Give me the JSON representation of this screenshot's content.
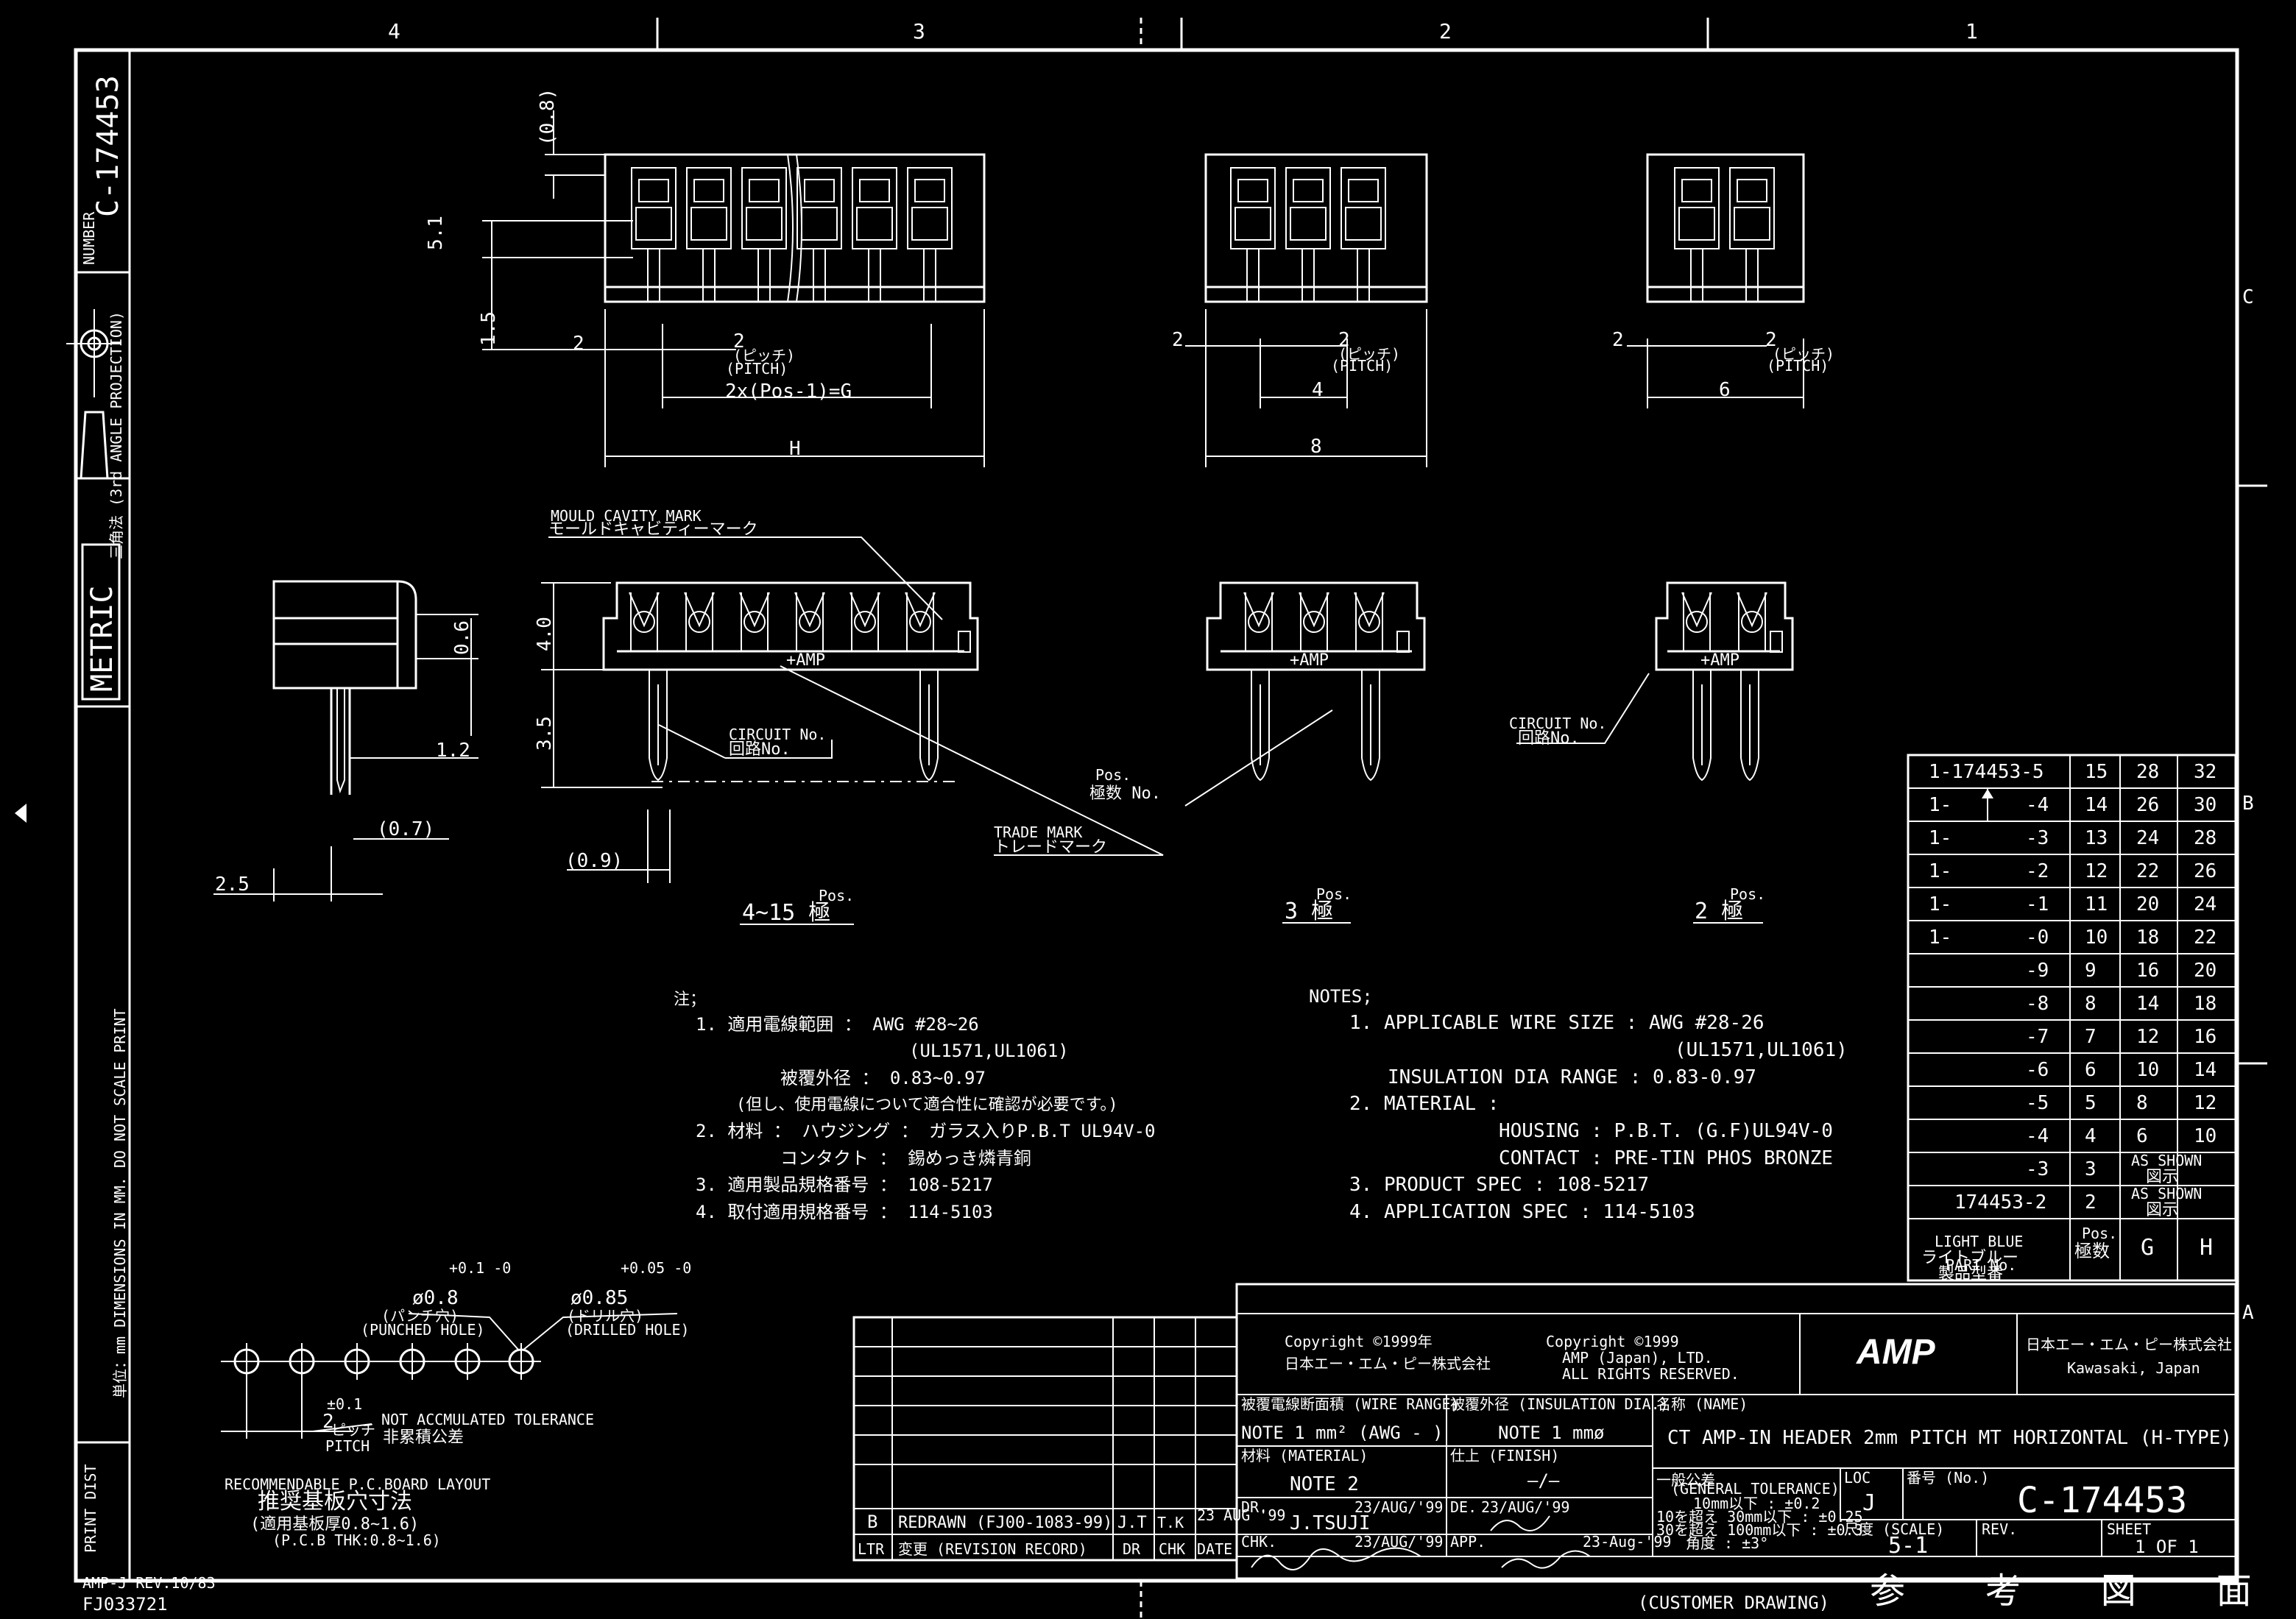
{
  "zones": {
    "top": [
      "4",
      "3",
      "2",
      "1"
    ],
    "right": [
      "C",
      "B",
      "A"
    ]
  },
  "left_strip": {
    "number_label": "NUMBER",
    "number": "C-174453",
    "projection": "三角法 (3rd ANGLE PROJECTION)",
    "metric": "METRIC",
    "scale_note": "単位：mm DIMENSIONS IN MM. DO NOT SCALE PRINT",
    "print_dist": "PRINT DIST"
  },
  "footer": {
    "form": "AMP-J\nREV.10/83",
    "form_no": "FJ033721"
  },
  "dims": {
    "d08": "(0.8)",
    "d51": "5.1",
    "d15": "1.5",
    "d2": "2",
    "pitch_jp": "(ピッチ)",
    "pitch": "(PITCH)",
    "formula": "2x(Pos-1)=G",
    "H": "H",
    "d4": "4",
    "d8": "8",
    "d6": "6",
    "d06": "0.6",
    "d40": "4.0",
    "d35": "3.5",
    "d12": "1.2",
    "d07": "(0.7)",
    "d25": "2.5",
    "d09": "(0.9)"
  },
  "labels": {
    "mould_en": "MOULD CAVITY MARK",
    "mould_jp": "モールドキャビティーマーク",
    "circuit_en": "CIRCUIT No.",
    "circuit_jp": "回路No.",
    "pos_en": "Pos.",
    "pos_jp": "極数 No.",
    "trade_en": "TRADE MARK",
    "trade_jp": "トレードマーク",
    "amp_mark": "+AMP",
    "view_415": "4~15 極",
    "view_3": "3 極",
    "view_2": "2 極",
    "pos_small": "Pos."
  },
  "notes_jp": {
    "title": "注；",
    "lines": [
      "1. 適用電線範囲 ： AWG #28~26",
      "(UL1571,UL1061)",
      "被覆外径 ： 0.83~0.97",
      "(但し、使用電線について適合性に確認が必要です。)",
      "2. 材料 ： ハウジング ： ガラス入りP.B.T UL94V-0",
      "コンタクト ： 錫めっき燐青銅",
      "3. 適用製品規格番号 ： 108-5217",
      "4. 取付適用規格番号 ： 114-5103"
    ]
  },
  "notes_en": {
    "title": "NOTES;",
    "lines": [
      "1. APPLICABLE WIRE SIZE : AWG #28-26",
      "(UL1571,UL1061)",
      "INSULATION DIA RANGE : 0.83-0.97",
      "2. MATERIAL :",
      "HOUSING : P.B.T. (G.F)UL94V-0",
      "CONTACT : PRE-TIN PHOS BRONZE",
      "3. PRODUCT SPEC : 108-5217",
      "4. APPLICATION SPEC : 114-5103"
    ]
  },
  "pcb": {
    "tol1": "+0.1\n-0",
    "d1": "ø0.8",
    "d1_jp": "(パンチ穴)",
    "d1_en": "(PUNCHED HOLE)",
    "tol2": "+0.05\n-0",
    "d2": "ø0.85",
    "d2_jp": "(ドリル穴)",
    "d2_en": "(DRILLED HOLE)",
    "pitch_tol": "±0.1",
    "pitch_val": "2",
    "pitch_jp": "ピッチ",
    "pitch_en": "PITCH",
    "nat_en": "NOT ACCMULATED TOLERANCE",
    "nat_jp": "非累積公差",
    "title_en": "RECOMMENDABLE P.C.BOARD LAYOUT",
    "title_jp": "推奨基板穴寸法",
    "sub_jp": "(適用基板厚0.8~1.6)",
    "sub_en": "(P.C.B THK:0.8~1.6)"
  },
  "parts_table": {
    "rows": [
      [
        "1-174453-5",
        "15",
        "28",
        "32"
      ],
      [
        "1-",
        "-4",
        "14",
        "26",
        "30"
      ],
      [
        "1-",
        "-3",
        "13",
        "24",
        "28"
      ],
      [
        "1-",
        "-2",
        "12",
        "22",
        "26"
      ],
      [
        "1-",
        "-1",
        "11",
        "20",
        "24"
      ],
      [
        "1-",
        "-0",
        "10",
        "18",
        "22"
      ],
      [
        "",
        "-9",
        "9",
        "16",
        "20"
      ],
      [
        "",
        "-8",
        "8",
        "14",
        "18"
      ],
      [
        "",
        "-7",
        "7",
        "12",
        "16"
      ],
      [
        "",
        "-6",
        "6",
        "10",
        "14"
      ],
      [
        "",
        "-5",
        "5",
        "8",
        "12"
      ],
      [
        "",
        "-4",
        "4",
        "6",
        "10"
      ],
      [
        "",
        "-3",
        "3",
        "AS SHOWN 図示",
        ""
      ],
      [
        "174453-2",
        "",
        "2",
        "AS SHOWN 図示",
        ""
      ]
    ],
    "hdr_color_en": "LIGHT BLUE",
    "hdr_color_jp": "ライトブルー",
    "hdr_part_en": "PART No.",
    "hdr_part_jp": "製品型番",
    "hdr_pos_en": "Pos.",
    "hdr_pos_jp": "極数",
    "hdr_g": "G",
    "hdr_h": "H"
  },
  "revision": {
    "ltr": "B",
    "record": "REDRAWN (FJ00-1083-99)",
    "dr": "J.T",
    "chk_sig": "T.K",
    "date": "23 AUG '99",
    "hdr_ltr": "LTR",
    "hdr_rec": "変更 (REVISION RECORD)",
    "hdr_dr": "DR",
    "hdr_chk": "CHK",
    "hdr_date": "DATE"
  },
  "title_block": {
    "copy1": "Copyright ©1999年",
    "copy1_sub": "日本エー・エム・ピー株式会社",
    "copy2": "Copyright ©1999",
    "copy2_sub1": "AMP (Japan), LTD.",
    "copy2_sub2": "ALL RIGHTS RESERVED.",
    "logo": "AMP",
    "company_jp": "日本エー・エム・ピー株式会社",
    "company_loc": "Kawasaki, Japan",
    "wire_label": "被覆電線断面積 (WIRE RANGE)",
    "wire_val": "NOTE 1 mm² (AWG - )",
    "ins_label": "被覆外径 (INSULATION DIA.)",
    "ins_val": "NOTE 1 mmø",
    "name_label": "名称 (NAME)",
    "name_val": "CT AMP-IN HEADER 2mm PITCH MT HORIZONTAL (H-TYPE)",
    "mat_label": "材料 (MATERIAL)",
    "mat_val": "NOTE 2",
    "fin_label": "仕上 (FINISH)",
    "fin_val": "—/—",
    "tol_label": "一般公差",
    "tol_sub": "(GENERAL TOLERANCE)",
    "tol1": "10mm以下 : ±0.2",
    "tol2": "10を超え 30mm以下 : ±0.25",
    "tol3": "30を超え 100mm以下 : ±0.3",
    "tol4": "角度 : ±3°",
    "loc_label": "LOC",
    "loc_val": "J",
    "no_label": "番号 (No.)",
    "no_val": "C-174453",
    "dr_label": "DR.",
    "dr_date": "23/AUG/'99",
    "dr_name": "J.TSUJI",
    "de_label": "DE.",
    "de_date": "23/AUG/'99",
    "chk_label": "CHK.",
    "chk_date": "23/AUG/'99",
    "app_label": "APP.",
    "app_date": "23-Aug-'99",
    "scale_label": "尺度 (SCALE)",
    "scale_val": "5-1",
    "rev_label": "REV.",
    "rev_val": "",
    "sheet_label": "SHEET",
    "sheet_val": "1 OF 1",
    "customer": "(CUSTOMER DRAWING)",
    "ref_jp": "参 考 図 面"
  }
}
